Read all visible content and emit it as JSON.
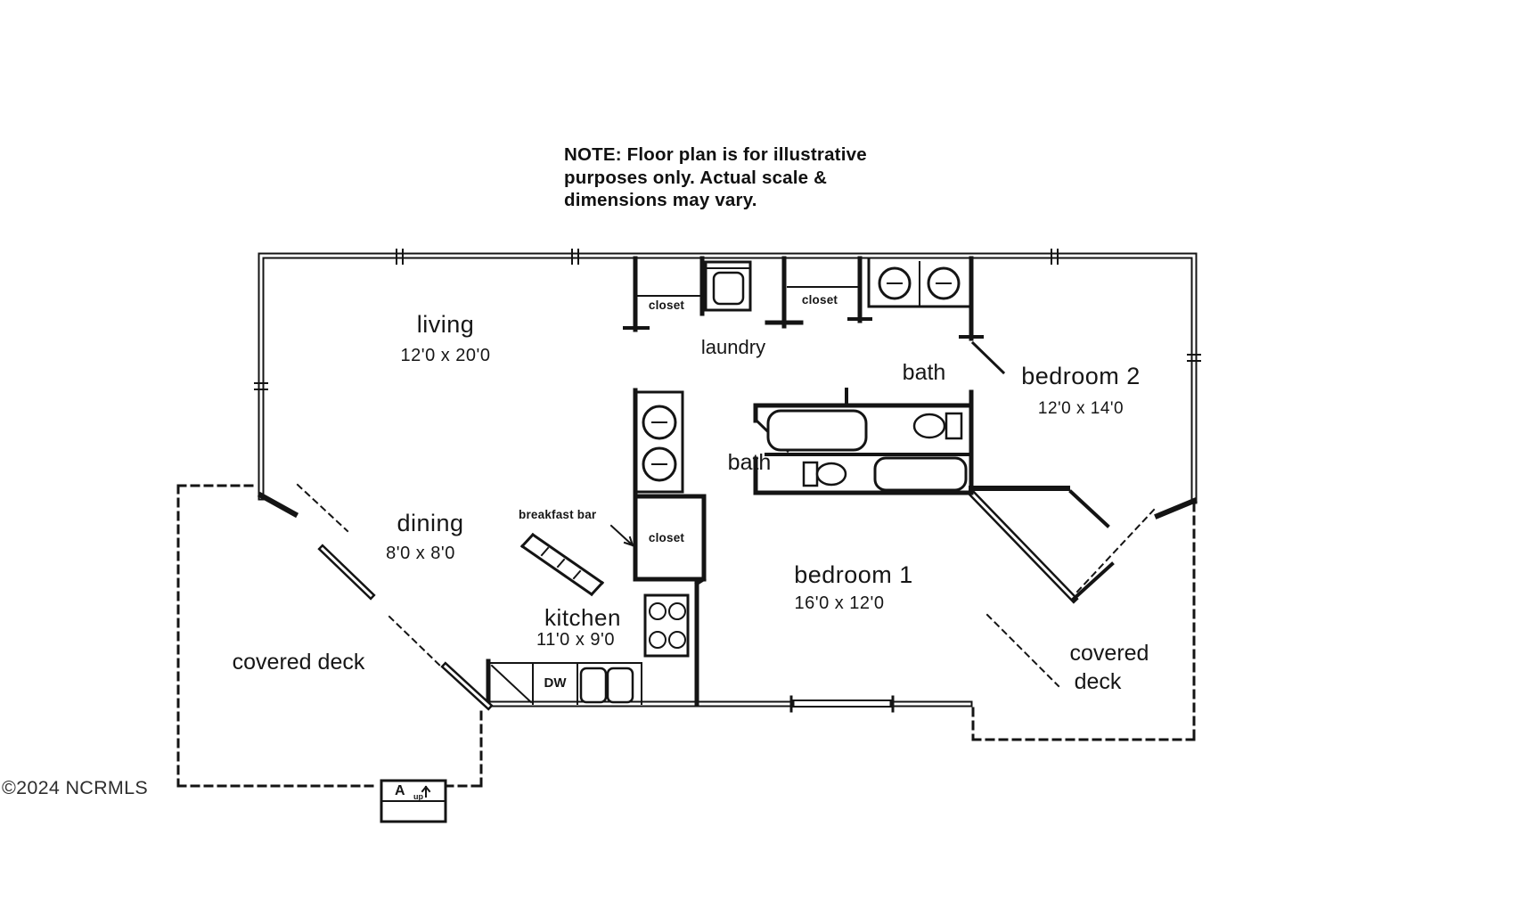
{
  "note": {
    "lines": [
      "NOTE: Floor plan is for illustrative",
      "purposes only. Actual scale &",
      "dimensions may vary."
    ]
  },
  "rooms": {
    "living": {
      "label": "living",
      "dims": "12'0 x 20'0"
    },
    "dining": {
      "label": "dining",
      "dims": "8'0 x 8'0"
    },
    "kitchen": {
      "label": "kitchen",
      "dims": "11'0 x 9'0"
    },
    "bedroom1": {
      "label": "bedroom 1",
      "dims": "16'0 x 12'0"
    },
    "bedroom2": {
      "label": "bedroom 2",
      "dims": "12'0 x 14'0"
    },
    "bath_upper": {
      "label": "bath"
    },
    "bath_lower": {
      "label": "bath"
    },
    "laundry": {
      "label": "laundry"
    },
    "deck_left": {
      "label": "covered deck"
    },
    "deck_right": {
      "line1": "covered",
      "line2": "deck"
    }
  },
  "small_labels": {
    "closet_top_left": "closet",
    "closet_top_right": "closet",
    "closet_hall": "closet",
    "breakfast_bar": "breakfast bar",
    "dishwasher": "DW",
    "stair_marker": "A",
    "stair_up": "up"
  },
  "footer": {
    "copyright": "©2024 NCRMLS"
  },
  "colors": {
    "line": "#141414",
    "background": "#ffffff"
  }
}
